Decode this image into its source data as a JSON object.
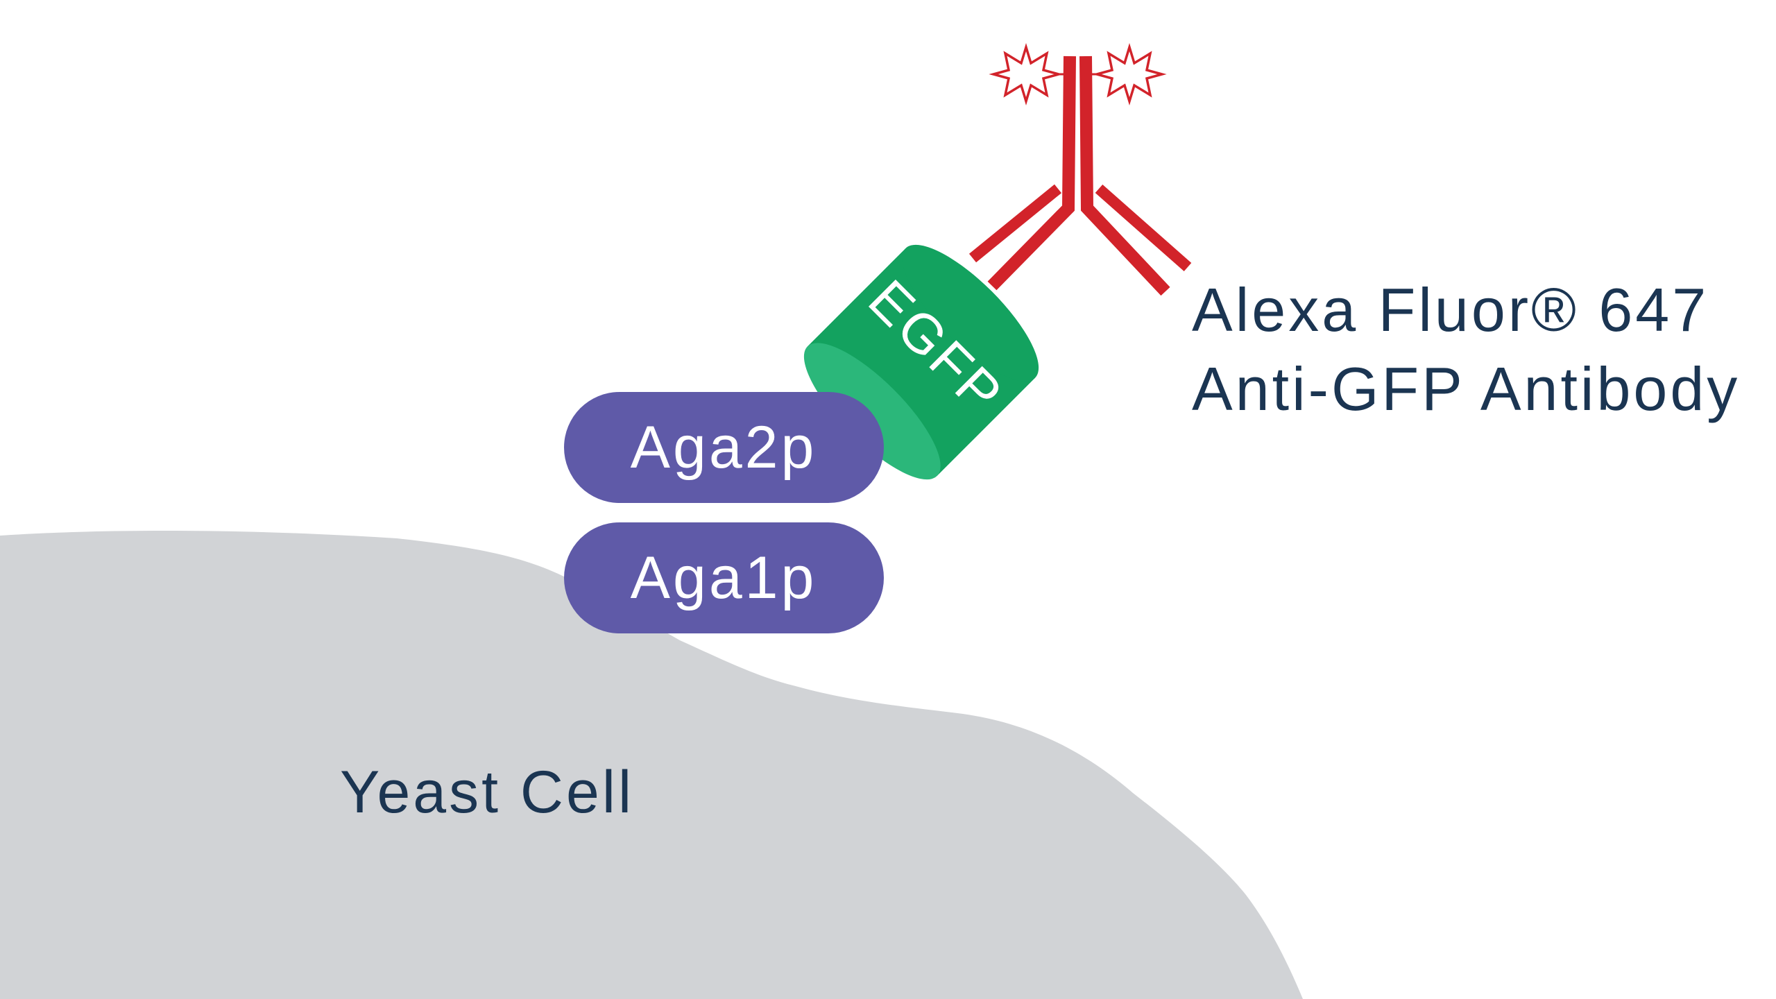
{
  "labels": {
    "antibody_line1": "Alexa Fluor® 647",
    "antibody_line2": "Anti-GFP Antibody",
    "egfp": "EGFP",
    "aga2p": "Aga2p",
    "aga1p": "Aga1p",
    "yeast_cell": "Yeast Cell"
  },
  "colors": {
    "antibody": "#d2232a",
    "egfp_dark": "#13a25f",
    "egfp_light": "#2bb77a",
    "aga": "#5f5aa8",
    "cell": "#d1d3d6",
    "text": "#1b3552"
  }
}
